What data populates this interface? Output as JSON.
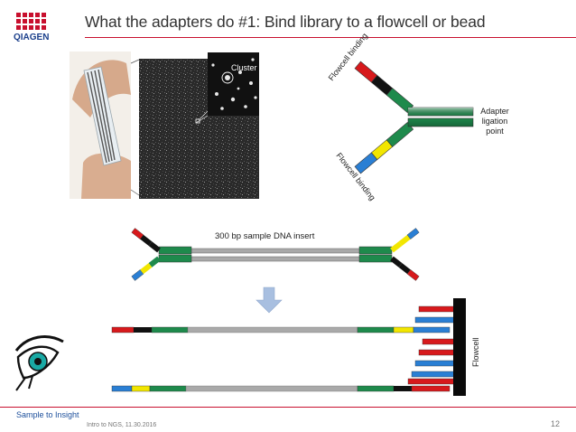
{
  "slide": {
    "title": "What the adapters do #1: Bind library to a flowcell or bead",
    "logo_text": "QIAGEN",
    "footer_tag": "Sample to Insight",
    "footer_info": "Intro to NGS, 11.30.2016",
    "page_number": "12"
  },
  "labels": {
    "cluster": "Cluster",
    "flowcell_binding_top": "Flowcell binding",
    "flowcell_binding_bottom": "Flowcell binding",
    "adapter_ligation": [
      "Adapter",
      "ligation",
      "point"
    ],
    "insert": "300 bp sample DNA insert",
    "flowcell": "Flowcell"
  },
  "colors": {
    "accent": "#c8102e",
    "footer_text": "#1b4e9b",
    "red": "#d7191c",
    "black": "#111111",
    "green": "#1e8a4c",
    "yellow": "#f2e600",
    "blue": "#2a7fd4",
    "grey_strand": "#a9a9a9",
    "arrow": "#a8bfe0"
  }
}
